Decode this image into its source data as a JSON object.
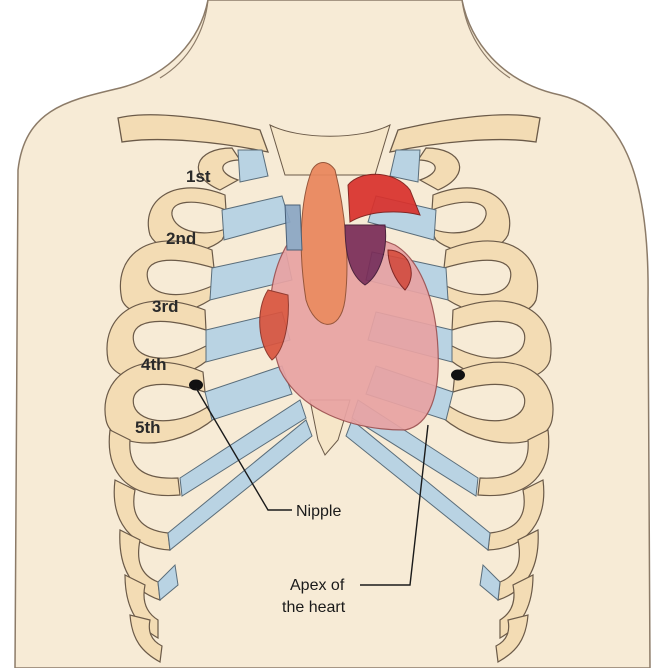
{
  "rib_labels": {
    "first": "1st",
    "second": "2nd",
    "third": "3rd",
    "fourth": "4th",
    "fifth": "5th"
  },
  "callouts": {
    "nipple": "Nipple",
    "apex_line1": "Apex of",
    "apex_line2": "the heart"
  },
  "colors": {
    "skin": "#f7ebd6",
    "skin_outline": "#8c7b68",
    "rib_bone": "#f3dcb4",
    "rib_outline": "#6b5a48",
    "cartilage": "#b9d3e3",
    "heart_pink": "#e8a3a3",
    "aorta": "#e9865c",
    "artery_red": "#d9312c",
    "vein_purple": "#7a2c58"
  }
}
